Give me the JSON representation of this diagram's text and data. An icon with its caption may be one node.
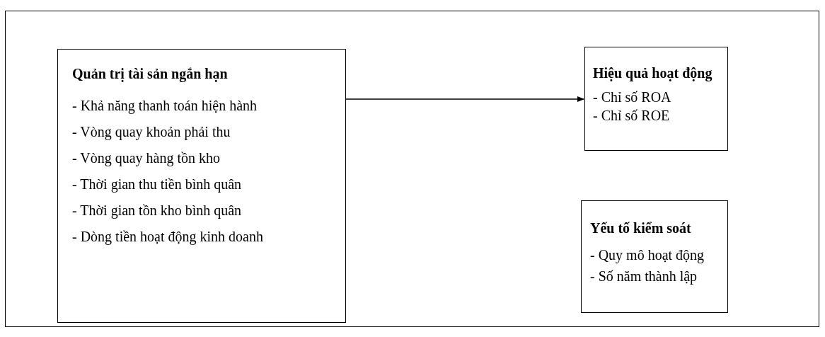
{
  "diagram": {
    "nodes": [
      {
        "text": [],
        "shape": "box"
      },
      {
        "text": [
          "Quản trị tài sản ngắn hạn",
          "- Khả năng thanh toán hiện hành",
          "- Vòng quay khoản phải thu",
          "- Vòng quay hàng tồn kho",
          "- Thời gian thu tiền bình quân",
          "- Thời gian tồn kho bình quân",
          "- Dòng tiền hoạt động kinh doanh"
        ],
        "in": 0
      },
      {
        "text": [
          "Hiệu quả hoạt động",
          "- Chỉ số ROA",
          "- Chỉ số ROE"
        ],
        "in": 0
      },
      {
        "text": [
          "Yếu tố kiểm soát",
          "- Quy mô hoạt động",
          "- Số năm thành lập"
        ],
        "in": 0
      }
    ],
    "edges": [
      {
        "from": 1,
        "to": 2,
        "arrow": "to"
      }
    ]
  }
}
